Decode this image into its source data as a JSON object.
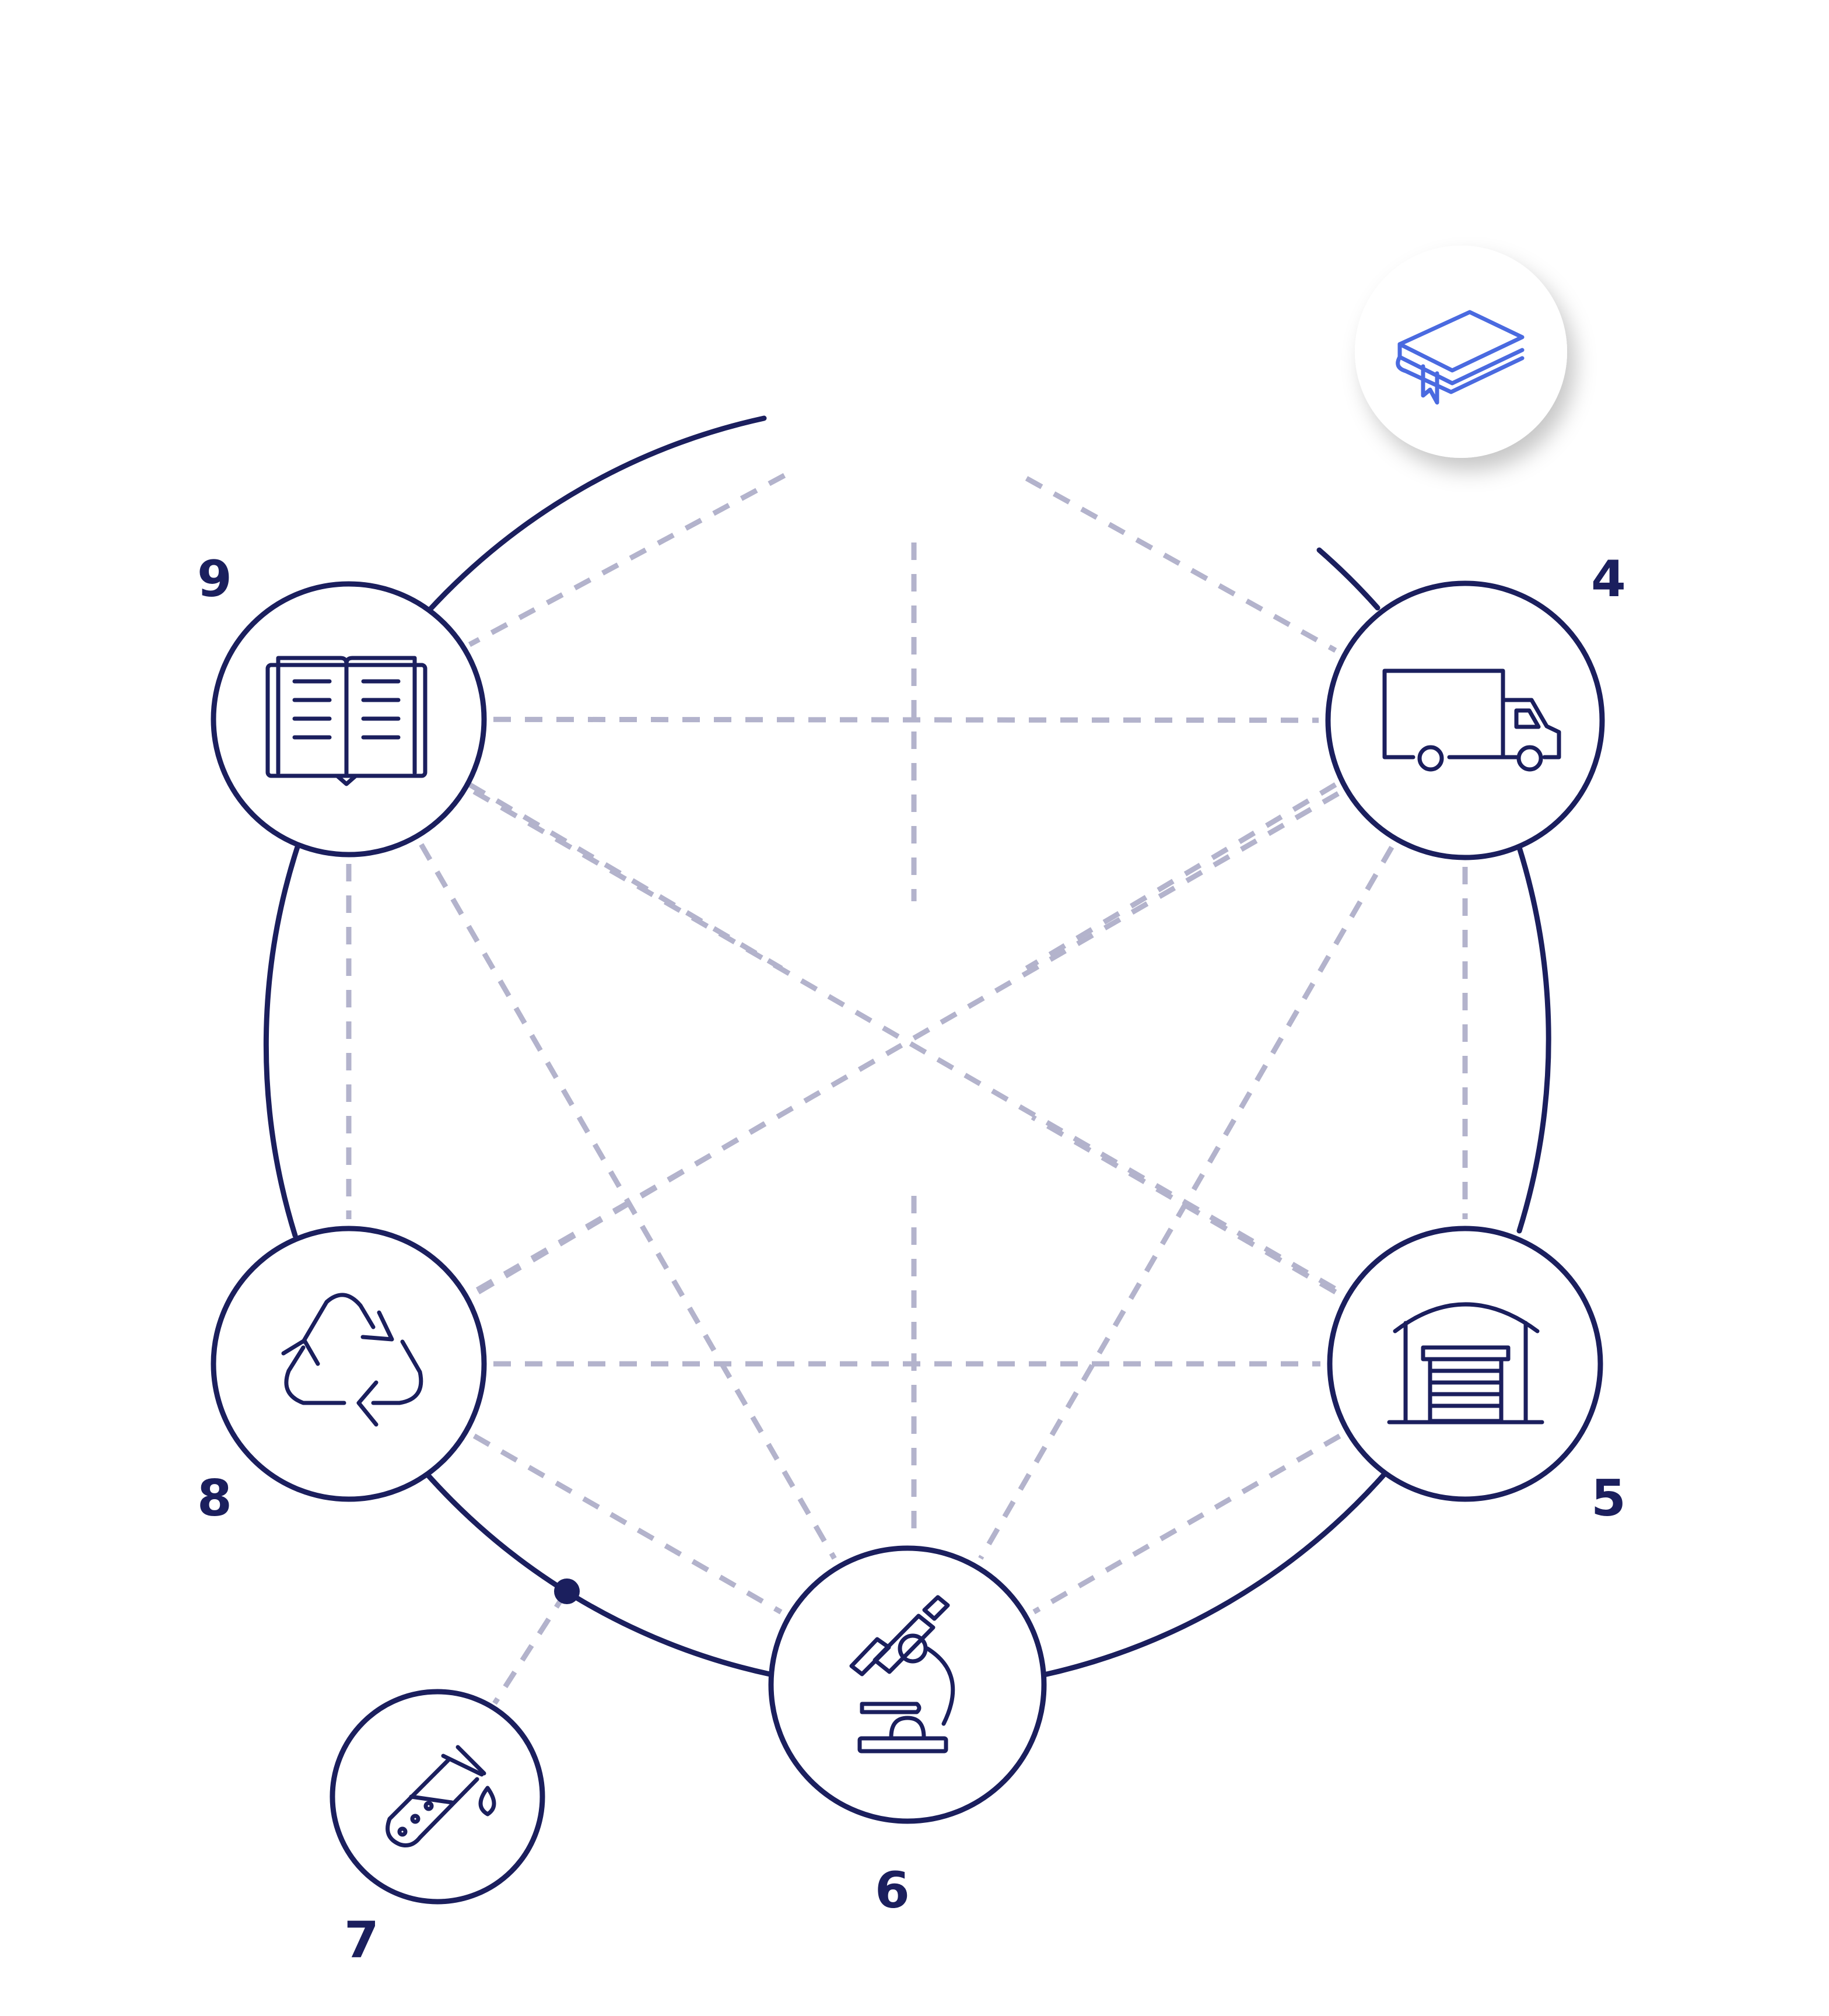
{
  "colors": {
    "navy": "#1b1f5e",
    "dash": "#b3b3cc",
    "accent_blue": "#4a6ae0",
    "shadow": "#cfcfd8",
    "background": "#ffffff"
  },
  "nodes": [
    {
      "id": "node-4",
      "label": "4",
      "icon": "truck-icon"
    },
    {
      "id": "node-5",
      "label": "5",
      "icon": "warehouse-icon"
    },
    {
      "id": "node-6",
      "label": "6",
      "icon": "microscope-icon"
    },
    {
      "id": "node-7",
      "label": "7",
      "icon": "test-tube-icon"
    },
    {
      "id": "node-8",
      "label": "8",
      "icon": "recycle-icon"
    },
    {
      "id": "node-9",
      "label": "9",
      "icon": "open-book-icon"
    }
  ],
  "badge": {
    "icon": "closed-book-icon"
  },
  "connections": [
    [
      "node-9",
      "node-4"
    ],
    [
      "node-8",
      "node-5"
    ],
    [
      "node-9",
      "node-8"
    ],
    [
      "node-4",
      "node-5"
    ],
    [
      "node-9",
      "node-6"
    ],
    [
      "node-4",
      "node-6"
    ],
    [
      "node-8",
      "node-6"
    ],
    [
      "node-5",
      "node-6"
    ],
    [
      "node-9",
      "node-5"
    ],
    [
      "node-4",
      "node-8"
    ]
  ]
}
